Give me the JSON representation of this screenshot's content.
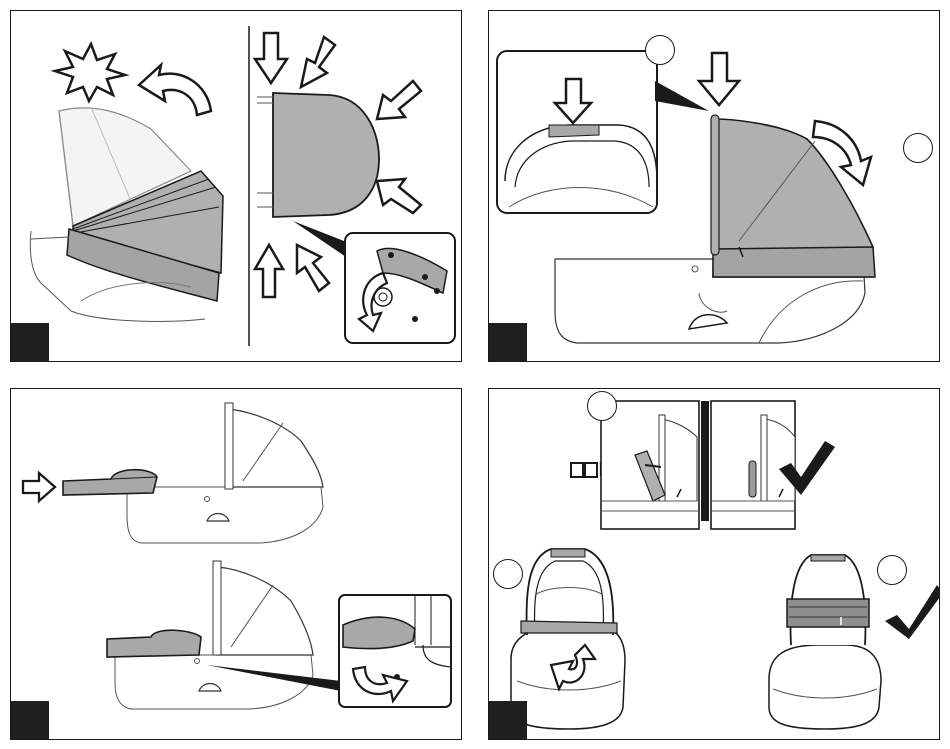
{
  "steps": [
    {
      "id": "p1",
      "number": ""
    },
    {
      "id": "p2",
      "number": ""
    },
    {
      "id": "p3",
      "number": ""
    },
    {
      "id": "p4",
      "number": ""
    }
  ],
  "callouts": {
    "p2_detail": "",
    "p2_canopy": "",
    "p4_clip": "",
    "p4_fold": "",
    "p4_done": ""
  },
  "colors": {
    "fabric": "#a9a9a9",
    "fabric_light": "#efefef",
    "outline": "#1a1a1a",
    "step_box": "#1f1f1f"
  },
  "icons": [
    "starburst-icon",
    "curved-arrow-icon",
    "arrow-icon",
    "checkmark-icon",
    "rotate-arrow-icon"
  ]
}
